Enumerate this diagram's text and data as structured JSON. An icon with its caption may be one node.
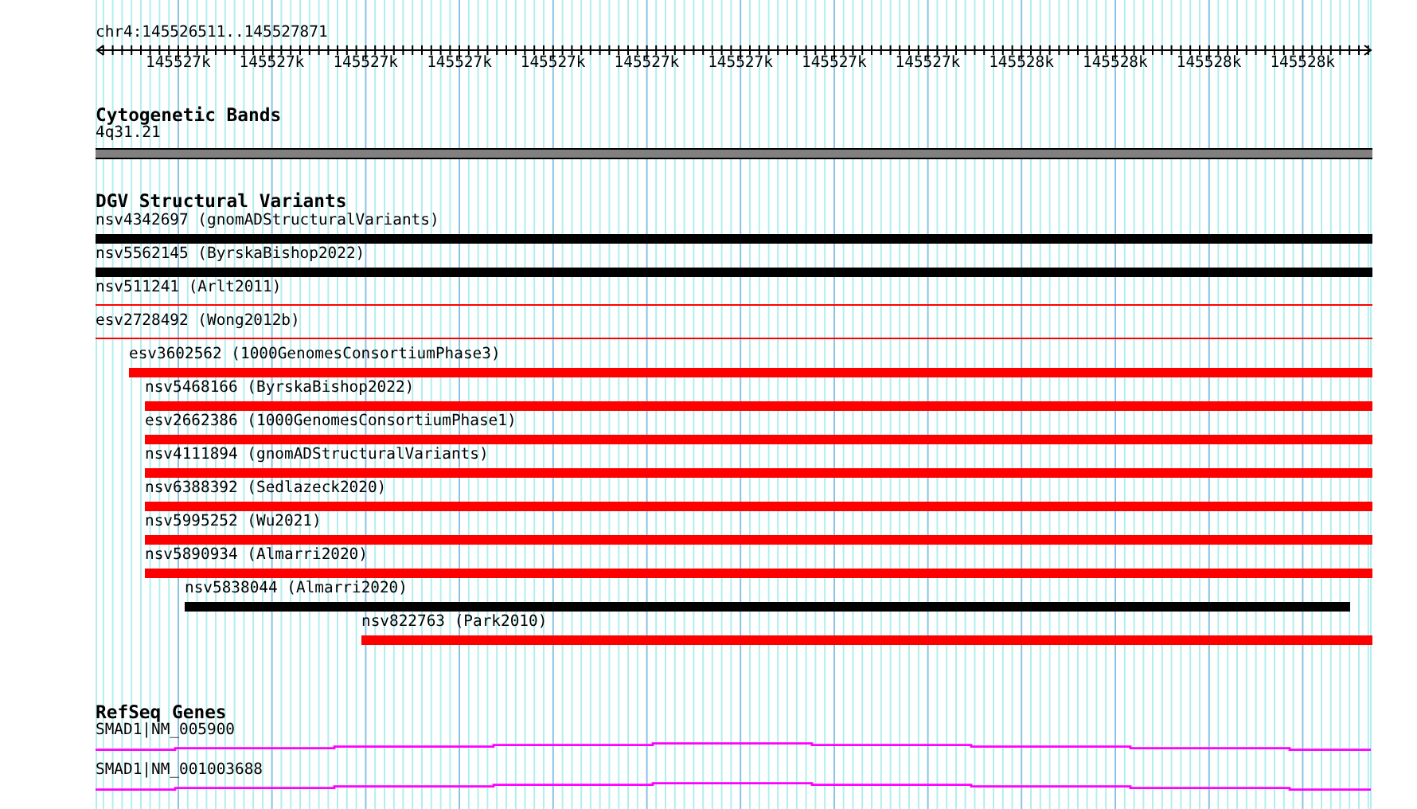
{
  "diagram": {
    "nodes": [
      {
        "text": [
          "4q31.21"
        ]
      },
      {
        "text": [
          "nsv4342697 (gnomADStructuralVariants)"
        ]
      },
      {
        "text": [
          "nsv5562145 (ByrskaBishop2022)"
        ]
      },
      {
        "text": [
          "nsv511241 (Arlt2011)"
        ]
      },
      {
        "text": [
          "esv2728492 (Wong2012b)"
        ]
      },
      {
        "text": [
          "esv3602562 (1000GenomesConsortiumPhase3)"
        ]
      },
      {
        "text": [
          "nsv5468166 (ByrskaBishop2022)"
        ]
      },
      {
        "text": [
          "esv2662386 (1000GenomesConsortiumPhase1)"
        ]
      },
      {
        "text": [
          "nsv4111894 (gnomADStructuralVariants)"
        ]
      },
      {
        "text": [
          "nsv6388392 (Sedlazeck2020)"
        ]
      },
      {
        "text": [
          "nsv5995252 (Wu2021)"
        ]
      },
      {
        "text": [
          "nsv5890934 (Almarri2020)"
        ]
      },
      {
        "text": [
          "nsv5838044 (Almarri2020)"
        ]
      },
      {
        "text": [
          "nsv822763 (Park2010)"
        ]
      },
      {
        "text": [
          "SMAD1|NM_005900"
        ]
      },
      {
        "text": [
          "SMAD1|NM_001003688"
        ]
      }
    ],
    "labels": [
      "chr4:145526511..145527871",
      "145527k",
      "145527k",
      "145527k",
      "145527k",
      "145527k",
      "145527k",
      "145527k",
      "145527k",
      "145527k",
      "145528k",
      "145528k",
      "145528k",
      "145528k",
      "Cytogenetic Bands",
      "DGV Structural Variants",
      "RefSeq Genes"
    ]
  }
}
